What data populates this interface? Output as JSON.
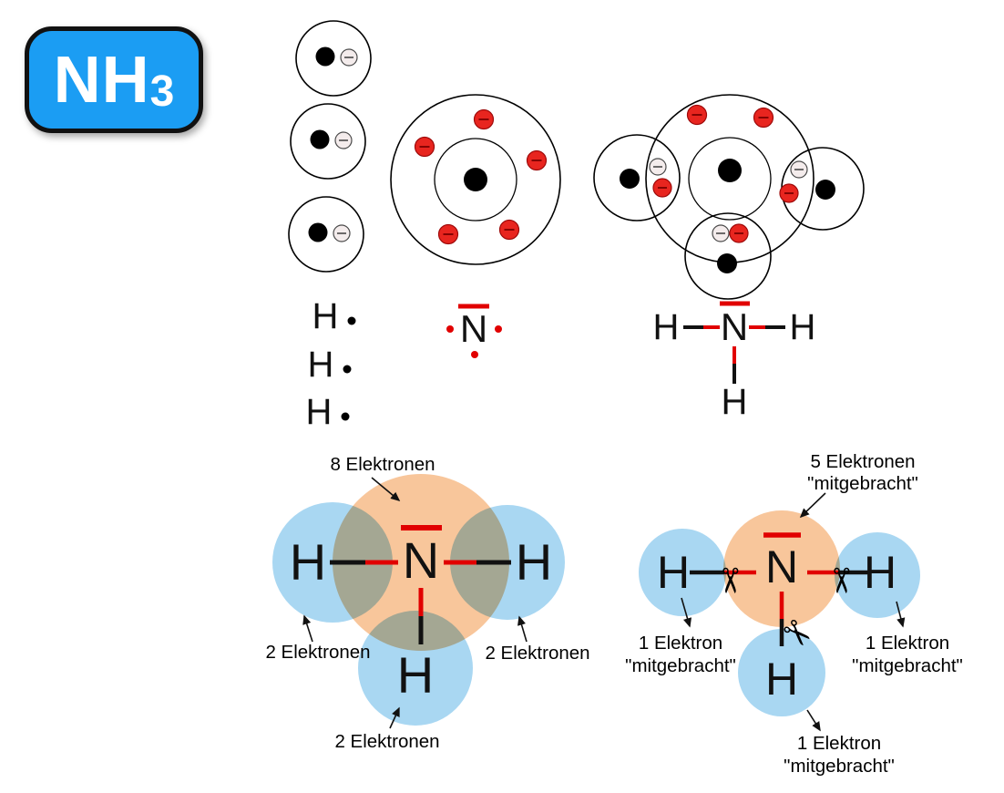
{
  "badge": {
    "formula": "NH",
    "subscript": "3"
  },
  "symbols": {
    "hydrogen": "H",
    "nitrogen": "N",
    "scissors": "✂"
  },
  "colors": {
    "badge_blue": "#1B9DF3",
    "electron_red": "#E8251F",
    "bond_red": "#E10000",
    "hydrogen_cloud_blue": "#A9D7F2",
    "nitrogen_cloud_orange": "#F8C69B"
  },
  "labels": {
    "octet": "8 Elektronen",
    "duet": "2 Elektronen",
    "n_brought_line1": "5 Elektronen",
    "n_brought_line2": "\"mitgebracht\"",
    "h_brought_line1": "1 Elektron",
    "h_brought_line2": "\"mitgebracht\""
  }
}
